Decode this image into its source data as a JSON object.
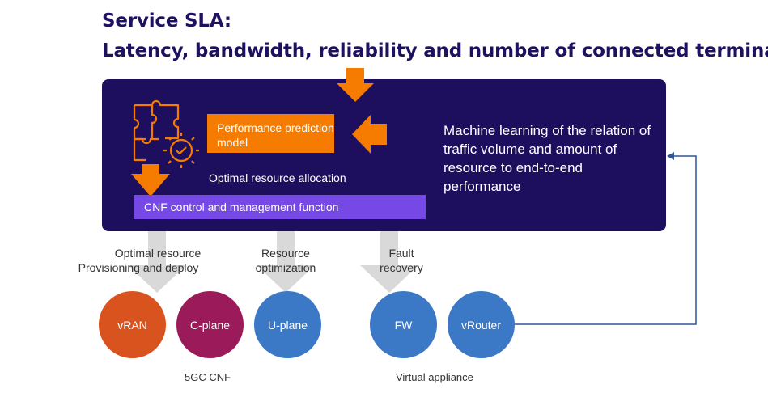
{
  "header": {
    "title_line1": "Service SLA:",
    "title_line2": "Latency, bandwidth, reliability and number of connected terminals"
  },
  "panel": {
    "performance_model": "Performance prediction model",
    "optimal_allocation": "Optimal resource allocation",
    "cnf_function": "CNF control and management function",
    "ml_description": "Machine learning of the relation of traffic volume and amount of resource to end-to-end performance"
  },
  "flows": {
    "provisioning_line1": "Optimal resource",
    "provisioning_line2": "Provisioning and deploy",
    "optimization_line1": "Resource",
    "optimization_line2": "optimization",
    "fault_line1": "Fault",
    "fault_line2": "recovery"
  },
  "nodes": {
    "vran": "vRAN",
    "cplane": "C-plane",
    "uplane": "U-plane",
    "fw": "FW",
    "vrouter": "vRouter"
  },
  "groups": {
    "cnf_group": "5GC CNF",
    "appliance_group": "Virtual appliance"
  },
  "colors": {
    "title": "#1f1060",
    "panel": "#1e0f5e",
    "orange": "#f57c00",
    "cnf_box": "#7648e6",
    "vran": "#d9531e",
    "cplane": "#9b1b5a",
    "blue_node": "#3b78c6",
    "gray_arrow": "#d9d9d9",
    "feedback_line": "#2f5597"
  },
  "icons": {
    "puzzle": "puzzle-gear-check-icon"
  }
}
